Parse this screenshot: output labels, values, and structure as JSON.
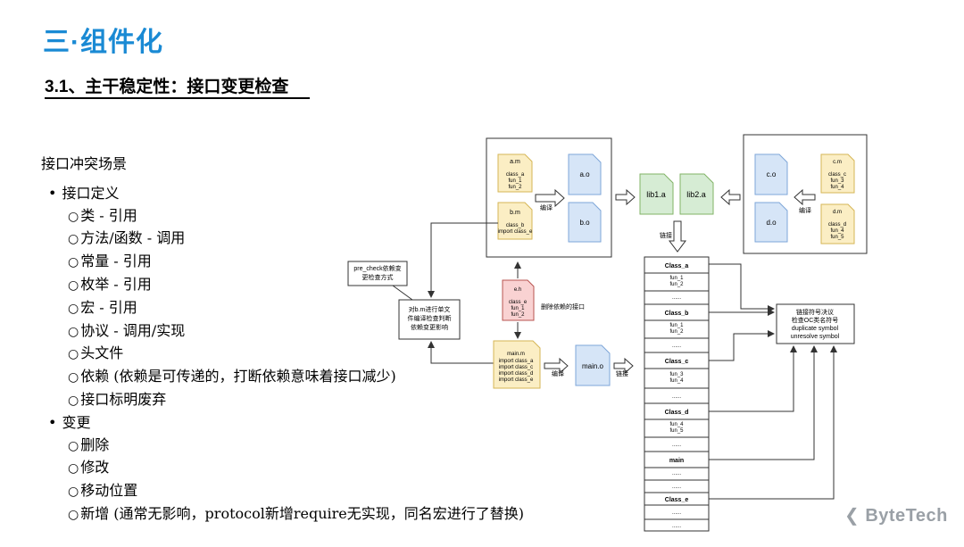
{
  "title": "三·组件化",
  "subtitle": "3.1、主干稳定性：接口变更检查",
  "section_heading": "接口冲突场景",
  "bullets": [
    {
      "label": "接口定义",
      "children": [
        "类 - 引用",
        "方法/函数 - 调用",
        "常量 - 引用",
        "枚举 - 引用",
        "宏 - 引用",
        "协议 - 调用/实现",
        "头文件",
        "依赖 (依赖是可传递的，打断依赖意味着接口减少)",
        "接口标明废弃"
      ]
    },
    {
      "label": "变更",
      "children": [
        "删除",
        "修改",
        "移动位置",
        "新增 (通常无影响，protocol新增require无实现，同名宏进行了替换)"
      ]
    }
  ],
  "diagram": {
    "am": {
      "name": "a.m",
      "lines": [
        "class_a",
        "fun_1",
        "fun_2"
      ]
    },
    "bm": {
      "name": "b.m",
      "lines": [
        "class_b",
        "import class_e"
      ]
    },
    "ao": "a.o",
    "bo": "b.o",
    "compile_left": "编译",
    "lib1": "lib1.a",
    "lib2": "lib2.a",
    "co": "c.o",
    "do": "d.o",
    "compile_right": "编译",
    "cm": {
      "name": "c.m",
      "lines": [
        "class_c",
        "fun_3",
        "fun_4"
      ]
    },
    "dm": {
      "name": "d.m",
      "lines": [
        "class_d",
        "fun_4",
        "fun_5"
      ]
    },
    "link_top": "链接",
    "precheck_note": [
      "pre_check依赖变",
      "更检查方式"
    ],
    "unit_compile": [
      "对b.m进行单文",
      "件编译检查判断",
      "依赖变更影响"
    ],
    "eh": {
      "name": "e.h",
      "lines": [
        "class_e",
        "fun_1",
        "fun_2"
      ]
    },
    "delete_note": "删除依赖的接口",
    "mainm": {
      "name": "main.m",
      "lines": [
        "import class_a",
        "import class_c",
        "import class_d",
        "import class_e"
      ]
    },
    "compile_main": "编译",
    "maino": "main.o",
    "link_main": "链接",
    "table": [
      {
        "header": "Class_a",
        "rows": [
          [
            "fun_1",
            "fun_2"
          ],
          [
            "......"
          ]
        ]
      },
      {
        "header": "Class_b",
        "rows": [
          [
            "fun_1",
            "fun_2"
          ],
          [
            "......"
          ]
        ]
      },
      {
        "header": "Class_c",
        "rows": [
          [
            "fun_3",
            "fun_4"
          ],
          [
            "......"
          ]
        ]
      },
      {
        "header": "Class_d",
        "rows": [
          [
            "fun_4",
            "fun_5"
          ],
          [
            "......"
          ]
        ]
      },
      {
        "header": "main",
        "rows": [
          [
            "......"
          ],
          [
            "......"
          ]
        ]
      },
      {
        "header": "Class_e",
        "rows": [
          [
            "......"
          ],
          [
            "......"
          ]
        ]
      }
    ],
    "resolve": [
      "链接符号决议",
      "检查OC类名符号",
      "duplicate symbol",
      "unresolve symbol"
    ]
  },
  "brand": "ByteTech",
  "colors": {
    "title": "#1a8ad4",
    "yellow": "#fbeec4",
    "blue": "#d6e5f7",
    "green": "#d6ecd4",
    "red": "#f9d2d2"
  }
}
